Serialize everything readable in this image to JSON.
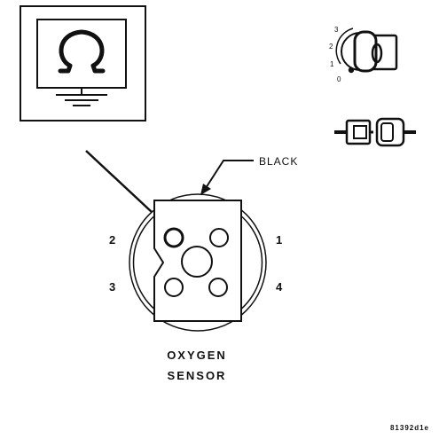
{
  "meter": {
    "symbol": "Ω",
    "icon": "ohmmeter-ground-icon"
  },
  "ignition": {
    "icon": "ignition-key-icon",
    "positions": [
      "3",
      "2",
      "1",
      "0"
    ]
  },
  "connector_icon": "disconnected-connector-icon",
  "wire_color_label": "BLACK",
  "pins": {
    "p1": "1",
    "p2": "2",
    "p3": "3",
    "p4": "4"
  },
  "component": {
    "line1": "OXYGEN",
    "line2": "SENSOR"
  },
  "figure_code": "81392d1e",
  "colors": {
    "ink": "#111111",
    "background": "#ffffff"
  }
}
